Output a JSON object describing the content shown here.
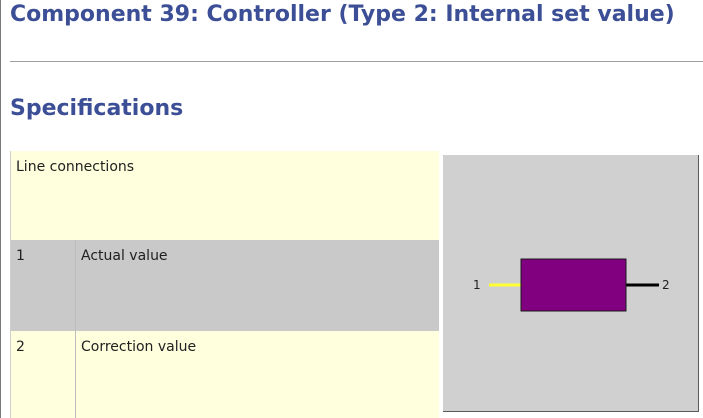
{
  "page": {
    "title": "Component 39: Controller (Type 2: Internal set value)",
    "section_title": "Specifications"
  },
  "specifications": {
    "header": "Line connections",
    "rows": [
      {
        "number": "1",
        "name": "Actual value"
      },
      {
        "number": "2",
        "name": "Correction value"
      }
    ]
  },
  "diagram": {
    "port_left_label": "1",
    "port_right_label": "2",
    "component_color": "#800080",
    "input_line_color": "#ffff33",
    "output_line_color": "#000000"
  }
}
